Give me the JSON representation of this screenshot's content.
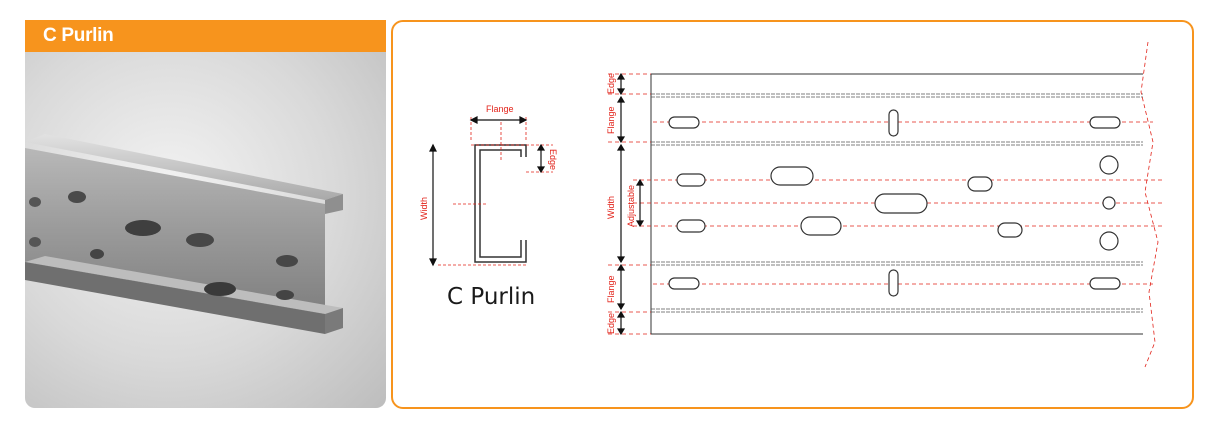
{
  "header": {
    "title": "C Purlin"
  },
  "section_diagram": {
    "caption": "C Purlin",
    "labels": {
      "flange": "Flange",
      "edge": "Edge",
      "width": "Width"
    }
  },
  "strip_diagram": {
    "labels": {
      "edge_top": "Edge",
      "flange_top": "Flange",
      "width": "Width",
      "adjustable": "Adjustable",
      "flange_bottom": "Flange",
      "edge_bottom": "Edge"
    }
  },
  "colors": {
    "accent": "#f7941d",
    "dimension": "#e2231a",
    "line": "#333333"
  }
}
